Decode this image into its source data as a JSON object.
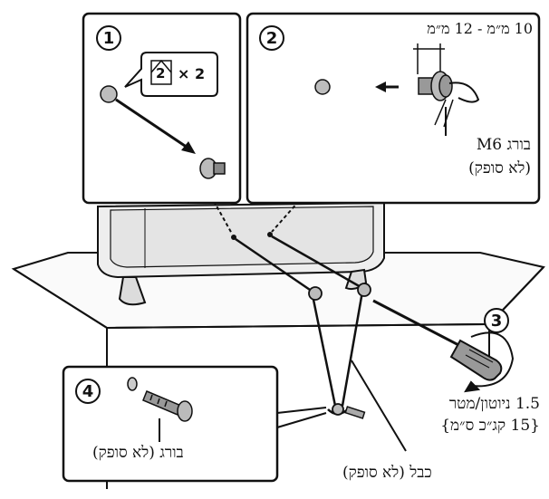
{
  "colors": {
    "line": "#111111",
    "panel_border": "#111111",
    "fill_light": "#f2f2f2",
    "fill_mid": "#c8c8c8",
    "fill_dark": "#8a8a8a"
  },
  "steps": {
    "s1": "1",
    "s2": "2",
    "s3": "3",
    "s4": "4"
  },
  "panel1": {
    "screw_multiplier": "× 2",
    "part_number": "2"
  },
  "panel2": {
    "dimension": "10 מ״מ - 12 מ״מ",
    "bolt_label_line1": "בורג M6",
    "bolt_label_line2": "(לא סופק)"
  },
  "step3": {
    "torque_line1": "1.5 ניוטון/מטר",
    "torque_line2": "{15 קג״כ ס״מ}"
  },
  "panel4": {
    "screw_label": "בורג (לא סופק)"
  },
  "cable_label": "כבל (לא סופק)"
}
